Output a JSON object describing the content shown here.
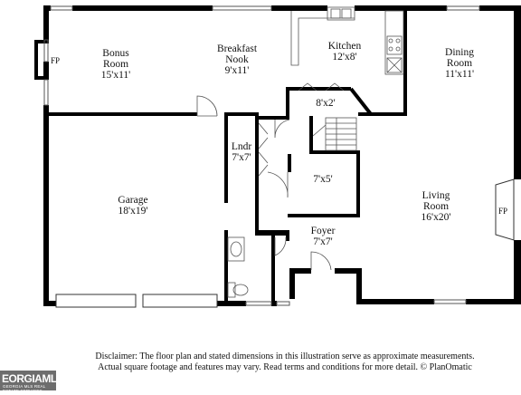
{
  "rooms": {
    "bonus": {
      "name1": "Bonus",
      "name2": "Room",
      "dims": "15'x11'"
    },
    "breakfast": {
      "name1": "Breakfast",
      "name2": "Nook",
      "dims": "9'x11'"
    },
    "kitchen": {
      "name1": "Kitchen",
      "dims": "12'x8'"
    },
    "dining": {
      "name1": "Dining",
      "name2": "Room",
      "dims": "11'x11'"
    },
    "pantry": {
      "dims": "8'x2'"
    },
    "laundry": {
      "name1": "Lndr",
      "dims": "7'x7'"
    },
    "closet": {
      "dims": "7'x5'"
    },
    "garage": {
      "name1": "Garage",
      "dims": "18'x19'"
    },
    "living": {
      "name1": "Living",
      "name2": "Room",
      "dims": "16'x20'"
    },
    "foyer": {
      "name1": "Foyer",
      "dims": "7'x7'"
    }
  },
  "fireplaces": {
    "left": "FP",
    "right": "FP"
  },
  "disclaimer": {
    "line1": "Disclaimer: The floor plan and stated dimensions in this illustration serve as approximate measurements.",
    "line2": "Actual square footage and features may vary. Read terms and conditions for more detail. © PlanOmatic"
  },
  "logo": {
    "main": "EORGIAMLS",
    "sub": "GEORGIA MLS REAL ESTATE SERVICES"
  }
}
